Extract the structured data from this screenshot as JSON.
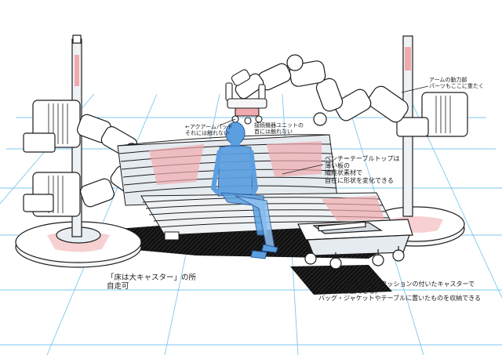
{
  "annotations": {
    "arm_drive_top_right": "アームの動力部\nパーツもここに重たく",
    "arm_pad_lines": "←アクアームパッド\nそれには触れない",
    "sensor_module": "接続機器ユニットの\n首には触れない",
    "bench_table_desc": "ベンチ＝テーブルトップは\n薄い板の\n繊維状素材で\n自在に形状を変化できる",
    "left_base_caster": "「床は大キャスター」の所\n自走可",
    "cart_bottom": "テーブルは、伸縮するクッションの付いたキャスターで\n滑らかに移動できる。\nバッグ・ジャケットやテーブルに置いたものを収納できる"
  },
  "colors": {
    "line": "#1b1b1b",
    "grid": "#7ec9ef",
    "figure": "#5b9fe0",
    "figure_light": "#8fc2f2",
    "pink": "#f0a9ad",
    "machine_shade": "#dfe4ea",
    "floor_shadow": "#111111"
  },
  "icons": {
    "figure": "seated-humanoid-figure",
    "robot_arm": "robot-arm-icon",
    "cart": "storage-cart-icon"
  }
}
